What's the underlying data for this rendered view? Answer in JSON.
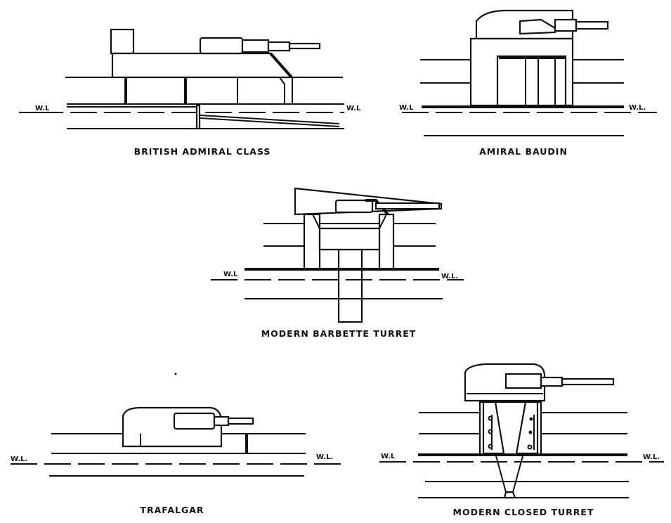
{
  "figures": [
    {
      "caption": "BRITISH ADMIRAL CLASS",
      "wl_left": "W.L",
      "wl_right": "W.L"
    },
    {
      "caption": "AMIRAL BAUDIN",
      "wl_left": "W.L",
      "wl_right": "W.L."
    },
    {
      "caption": "MODERN BARBETTE TURRET",
      "wl_left": "W.L",
      "wl_right": "W.L."
    },
    {
      "caption": "TRAFALGAR",
      "wl_left": "W.L.",
      "wl_right": "W.L."
    },
    {
      "caption": "MODERN CLOSED TURRET",
      "wl_left": "W.L",
      "wl_right": "W.L."
    }
  ]
}
